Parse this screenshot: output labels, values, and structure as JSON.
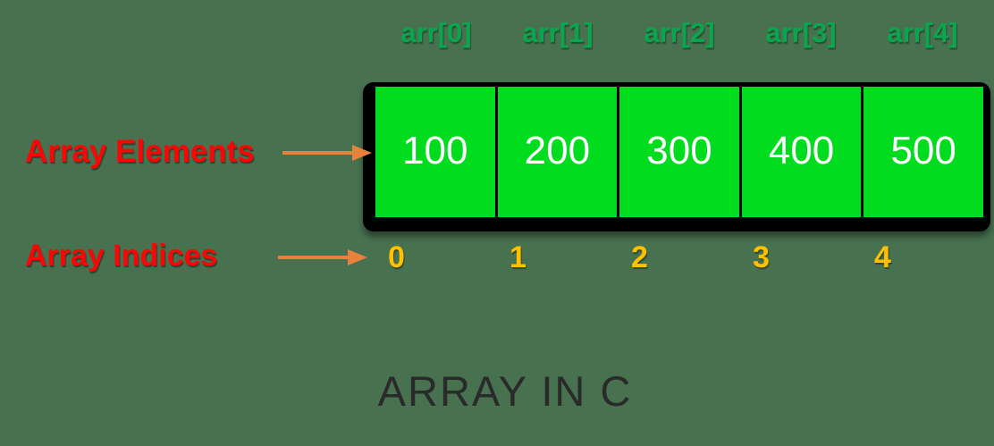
{
  "title": "ARRAY IN C",
  "array": {
    "name": "arr",
    "labels": [
      "arr[0]",
      "arr[1]",
      "arr[2]",
      "arr[3]",
      "arr[4]"
    ],
    "values": [
      "100",
      "200",
      "300",
      "400",
      "500"
    ],
    "indices": [
      "0",
      "1",
      "2",
      "3",
      "4"
    ]
  },
  "annotations": {
    "elements_label": "Array Elements",
    "indices_label": "Array Indices"
  },
  "colors": {
    "background": "#47714F",
    "cell_green": "#02DC1F",
    "accessor_label_green": "#0AA64E",
    "index_gold": "#FFC000",
    "arrow_orange": "#E8813B",
    "annotation_red": "#FB0505",
    "title_gray": "#2A2A2A",
    "cell_text_white": "#FFFFFF",
    "box_border_black": "#000000"
  }
}
